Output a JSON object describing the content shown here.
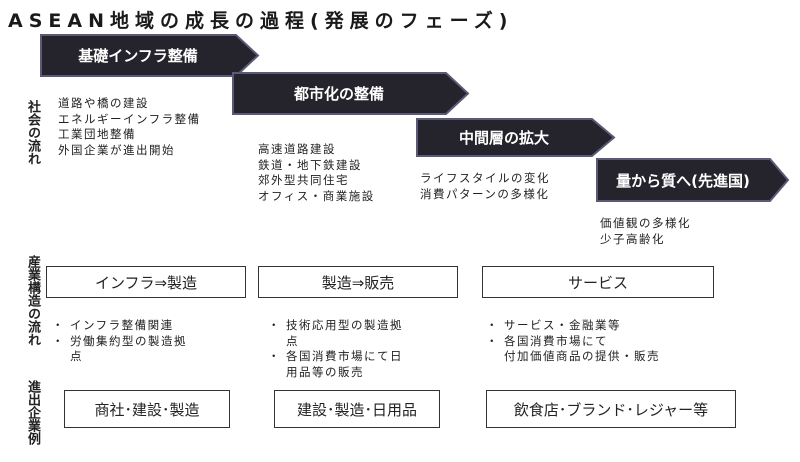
{
  "title": "ASEAN地域の成長の過程(発展のフェーズ)",
  "side_labels": {
    "society": "社会の流れ",
    "industry": "産業構造の流れ",
    "companies": "進出企業例"
  },
  "stages": [
    {
      "label": "基礎インフラ整備",
      "items": [
        "道路や橋の建設",
        "エネルギーインフラ整備",
        "工業団地整備",
        "外国企業が進出開始"
      ]
    },
    {
      "label": "都市化の整備",
      "items": [
        "高速道路建設",
        "鉄道・地下鉄建設",
        "郊外型共同住宅",
        "オフィス・商業施設"
      ]
    },
    {
      "label": "中間層の拡大",
      "items": [
        "ライフスタイルの変化",
        "消費パターンの多様化"
      ]
    },
    {
      "label": "量から質へ(先進国)",
      "items": [
        "価値観の多様化",
        "少子高齢化"
      ]
    }
  ],
  "industry": [
    {
      "label": "インフラ⇒製造",
      "bullets": [
        [
          "インフラ整備関連"
        ],
        [
          "労働集約型の製造拠",
          "点"
        ]
      ]
    },
    {
      "label": "製造⇒販売",
      "bullets": [
        [
          "技術応用型の製造拠",
          "点"
        ],
        [
          "各国消費市場にて日",
          "用品等の販売"
        ]
      ]
    },
    {
      "label": "サービス",
      "bullets": [
        [
          "サービス・金融業等"
        ],
        [
          "各国消費市場にて",
          "付加価値商品の提供・販売"
        ]
      ]
    }
  ],
  "companies": [
    "商社･建設･製造",
    "建設･製造･日用品",
    "飲食店･ブランド･レジャー等"
  ],
  "colors": {
    "arrow_fill": "#25232b",
    "arrow_border": "#5a5a78"
  },
  "bullet_char": "・"
}
